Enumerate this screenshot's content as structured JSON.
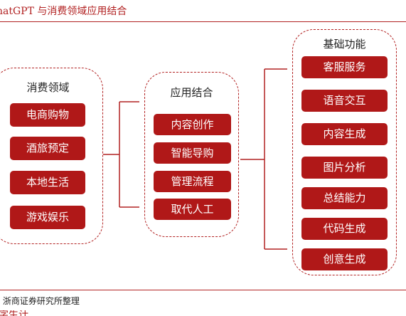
{
  "header": {
    "title": "hatGPT 与消费领域应用结合"
  },
  "consumer_panel": {
    "title": "消费领域",
    "items": [
      "电商购物",
      "酒旅预定",
      "本地生活",
      "游戏娱乐"
    ]
  },
  "application_panel": {
    "title": "应用结合",
    "items": [
      "内容创作",
      "智能导购",
      "管理流程",
      "取代人工"
    ]
  },
  "capability_panel": {
    "title": "基础功能",
    "items": [
      "客服服务",
      "语音交互",
      "内容生成",
      "图片分析",
      "总结能力",
      "代码生成",
      "创意生成"
    ]
  },
  "footer": {
    "source": ": 浙商证券研究所整理",
    "cut_text": "字生计"
  },
  "colors": {
    "accent": "#b01818",
    "border": "#b22222"
  }
}
